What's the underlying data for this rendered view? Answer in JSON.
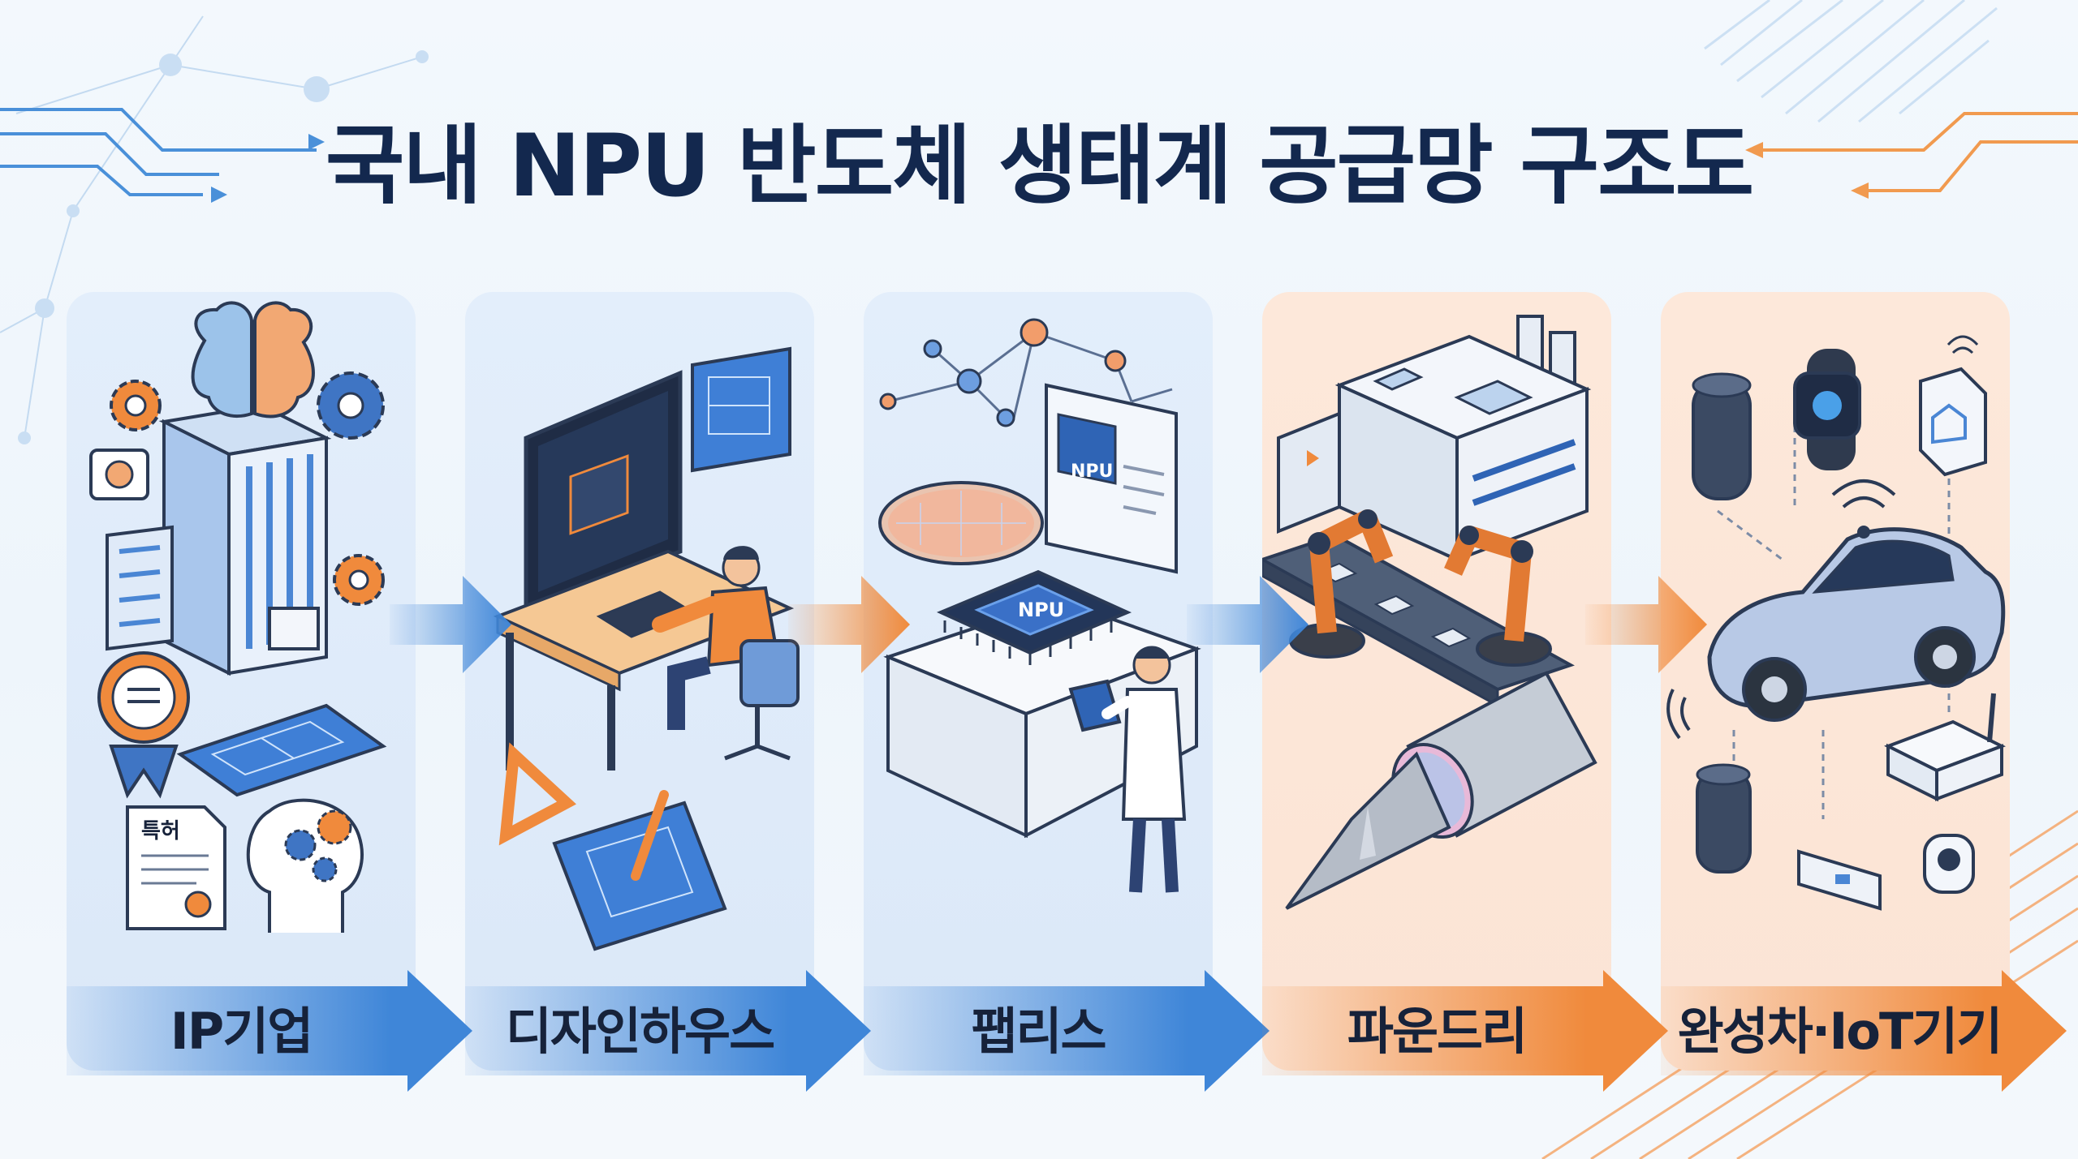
{
  "title": "국내 NPU 반도체 생태계 공급망 구조도",
  "stages": [
    {
      "label": "IP기업",
      "theme": "blue"
    },
    {
      "label": "디자인하우스",
      "theme": "blue"
    },
    {
      "label": "팹리스",
      "theme": "blue"
    },
    {
      "label": "파운드리",
      "theme": "orange"
    },
    {
      "label": "완성차·IoT기기",
      "theme": "orange"
    }
  ],
  "icons": {
    "ip": [
      "brain-icon",
      "office-building-icon",
      "gear-icon",
      "award-badge-icon",
      "blueprint-icon",
      "patent-document-icon",
      "head-gears-icon"
    ],
    "design": [
      "computer-monitor-icon",
      "engineer-at-desk-icon",
      "blueprint-window-icon",
      "triangle-ruler-icon",
      "blueprint-pencil-icon"
    ],
    "fabless": [
      "network-nodes-icon",
      "wafer-icon",
      "npu-chip-icon",
      "scientist-tablet-icon"
    ],
    "foundry": [
      "factory-icon",
      "robot-arm-icon",
      "conveyor-icon",
      "silicon-ingot-icon"
    ],
    "devices": [
      "smart-speaker-icon",
      "smartwatch-icon",
      "smart-home-icon",
      "car-icon",
      "router-icon",
      "camera-icon",
      "sensor-icon"
    ]
  },
  "texts": {
    "patent": "특허",
    "chip_small": "NPU",
    "chip_big": "NPU"
  },
  "colors": {
    "blue": "#3f86d8",
    "orange": "#f08a3c",
    "title": "#13284e",
    "panel_blue": "#dfeaf9",
    "panel_orange": "#fce6d8"
  }
}
